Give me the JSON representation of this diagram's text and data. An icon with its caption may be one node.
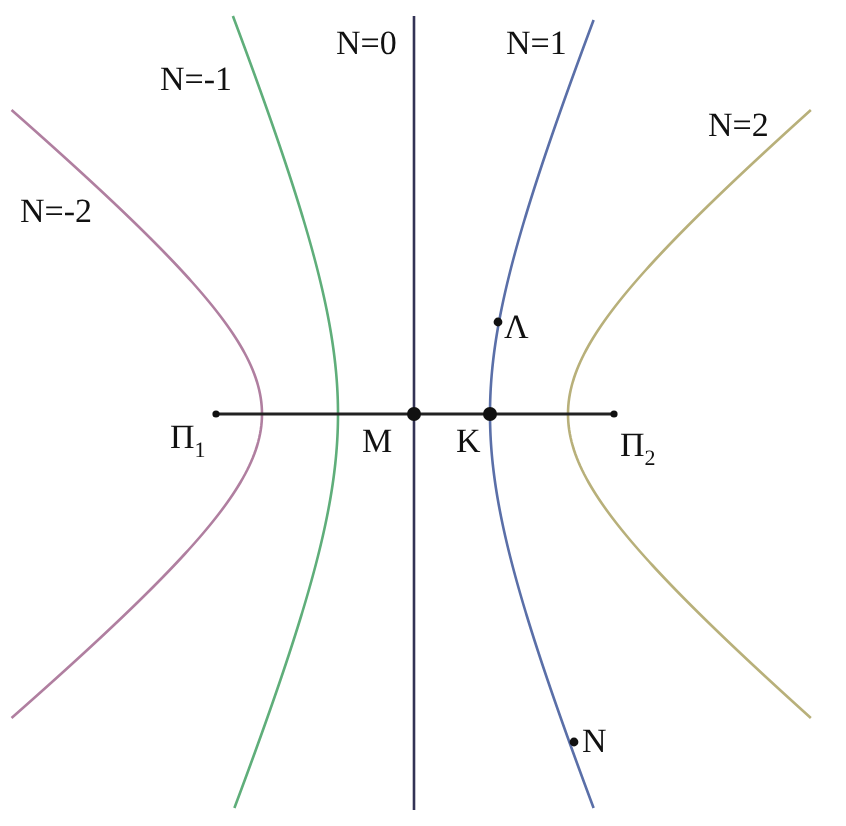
{
  "diagram": {
    "labels": [
      "N=-2",
      "N=-1",
      "N=0",
      "N=1",
      "N=2",
      "Λ",
      "Π$_{1}$",
      "M",
      "K",
      "Π$_{2}$",
      "N"
    ]
  }
}
